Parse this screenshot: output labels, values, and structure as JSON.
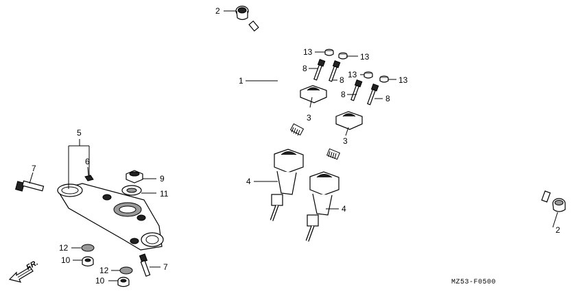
{
  "diagram": {
    "drawing_code": "MZ53-F0500",
    "direction_label": "FR.",
    "callouts": {
      "c1": "1",
      "c2a": "2",
      "c2b": "2",
      "c3a": "3",
      "c3b": "3",
      "c4a": "4",
      "c4b": "4",
      "c5": "5",
      "c6": "6",
      "c7a": "7",
      "c7b": "7",
      "c8a": "8",
      "c8b": "8",
      "c8c": "8",
      "c8d": "8",
      "c9": "9",
      "c10a": "10",
      "c10b": "10",
      "c11": "11",
      "c12a": "12",
      "c12b": "12",
      "c13a": "13",
      "c13b": "13",
      "c13c": "13",
      "c13d": "13"
    }
  }
}
